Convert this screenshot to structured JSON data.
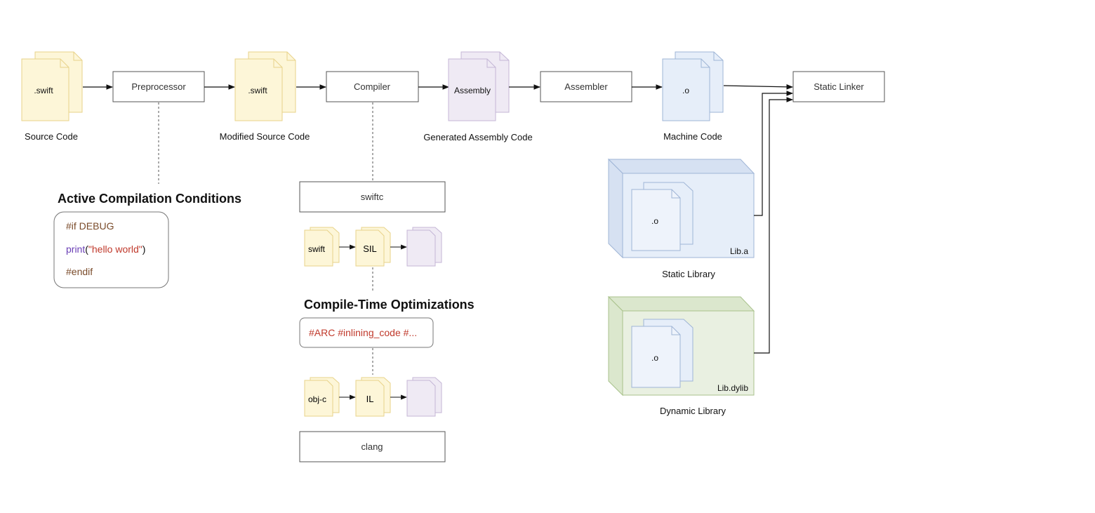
{
  "pipeline": {
    "source_doc": ".swift",
    "source_caption": "Source Code",
    "preprocessor": "Preprocessor",
    "modified_doc": ".swift",
    "modified_caption": "Modified Source Code",
    "compiler": "Compiler",
    "assembly_doc": "Assembly",
    "assembly_caption": "Generated Assembly Code",
    "assembler": "Assembler",
    "machine_doc": ".o",
    "machine_caption": "Machine Code",
    "linker": "Static Linker"
  },
  "conditions": {
    "title": "Active Compilation Conditions",
    "line1": "#if DEBUG",
    "line2_fn": "print",
    "line2_open": "(",
    "line2_str": "\"hello world\"",
    "line2_close": ")",
    "line3": "#endif"
  },
  "compiler_detail": {
    "swiftc": "swiftc",
    "swift_doc": "swift",
    "sil_doc": "SIL",
    "optim_title": "Compile-Time Optimizations",
    "optim_text": "#ARC #inlining_code #...",
    "objc_doc": "obj-c",
    "il_doc": "IL",
    "clang": "clang"
  },
  "libraries": {
    "static_inner": ".o",
    "static_name": "Lib.a",
    "static_caption": "Static Library",
    "dynamic_inner": ".o",
    "dynamic_name": "Lib.dylib",
    "dynamic_caption": "Dynamic Library"
  },
  "colors": {
    "yellow_fill": "#fdf6d8",
    "yellow_stroke": "#e8d38a",
    "purple_fill": "#efeaf4",
    "purple_stroke": "#c4b6d6",
    "blue_fill": "#e6eef9",
    "blue_stroke": "#9fb5d6",
    "green_fill": "#e9f0e1",
    "green_stroke": "#a9c28c",
    "code_brown": "#7a4b2a",
    "code_purple": "#6a3fb5",
    "code_red": "#c0392b"
  }
}
